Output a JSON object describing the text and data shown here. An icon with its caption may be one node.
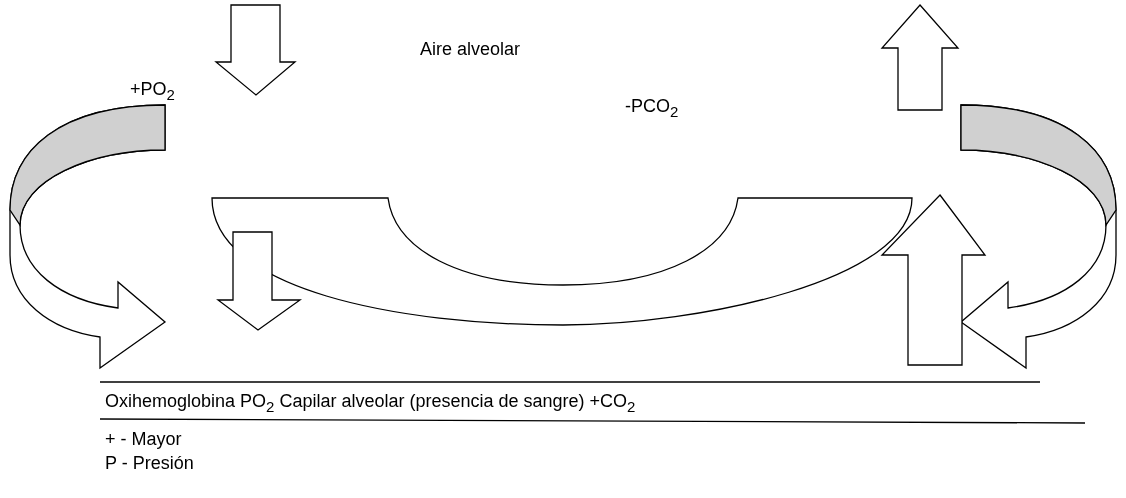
{
  "diagram": {
    "labels": [
      "Aire alveolar",
      "+PO$_{2}$",
      "-PCO$_{2}$",
      "Oxihemoglobina PO$_{2}$ Capilar alveolar (presencia de sangre) +CO$_{2}$",
      "+ - Mayor",
      "P - Presión"
    ]
  }
}
